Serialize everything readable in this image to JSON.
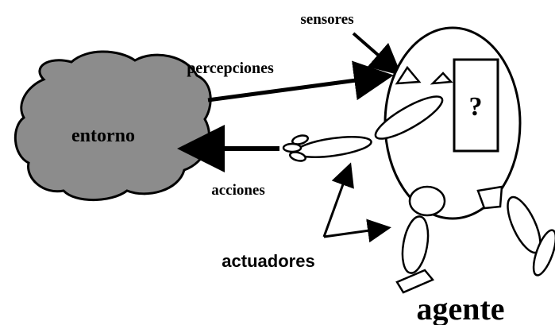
{
  "labels": {
    "entorno": "entorno",
    "percepciones": "percepciones",
    "acciones": "acciones",
    "sensores": "sensores",
    "actuadores": "actuadores",
    "agente": "agente",
    "question": "?"
  },
  "colors": {
    "cloud_fill": "#8c8c8c",
    "ink": "#000000",
    "background": "#ffffff"
  }
}
